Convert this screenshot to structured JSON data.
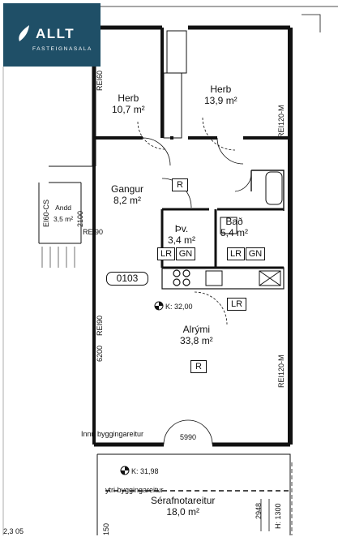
{
  "logo": {
    "brand": "ALLT",
    "tagline": "FASTEIGNASALA",
    "icon": "flame-leaf-icon",
    "color": "#1f4f67"
  },
  "rooms": [
    {
      "id": "herb1",
      "name": "Herb",
      "area": "10,7 m²"
    },
    {
      "id": "herb2",
      "name": "Herb",
      "area": "13,9 m²"
    },
    {
      "id": "gangur",
      "name": "Gangur",
      "area": "8,2 m²"
    },
    {
      "id": "andd",
      "name": "Andd",
      "area": "3,5 m²"
    },
    {
      "id": "thv",
      "name": "Þv.",
      "area": "3,4 m²"
    },
    {
      "id": "bad",
      "name": "Bað",
      "area": "5,4 m²"
    },
    {
      "id": "alrymi",
      "name": "Alrými",
      "area": "33,8 m²"
    },
    {
      "id": "serafnot",
      "name": "Sérafnotareitur",
      "area": "18,0 m²"
    }
  ],
  "marks": {
    "r_gangur": "R",
    "r_alrymi": "R",
    "lr_alrymi": "LR",
    "lr_thv": "LR",
    "gn_thv": "GN",
    "lr_bad": "LR",
    "gn_bad": "GN",
    "unit_no": "0103"
  },
  "levels": {
    "k1": "K: 32,00",
    "k2": "K: 31,98"
  },
  "wall_labels": {
    "rei60": "REI60",
    "rei90_andd": "REI90",
    "ei60cs": "EI60-CS",
    "rei120m_top": "REI120-M",
    "rei120m_bottom": "REI120-M",
    "rei90_left": "REI90"
  },
  "dimensions": {
    "d2100": "2100",
    "d6200": "6200",
    "d5990": "5990",
    "d2948": "2948",
    "d1300": "H: 1300",
    "d150": "150"
  },
  "annotations": {
    "innri": "Innri byggingareitur",
    "ytri": "ytri byggingareitur",
    "bottom_left": "2,3 05"
  }
}
